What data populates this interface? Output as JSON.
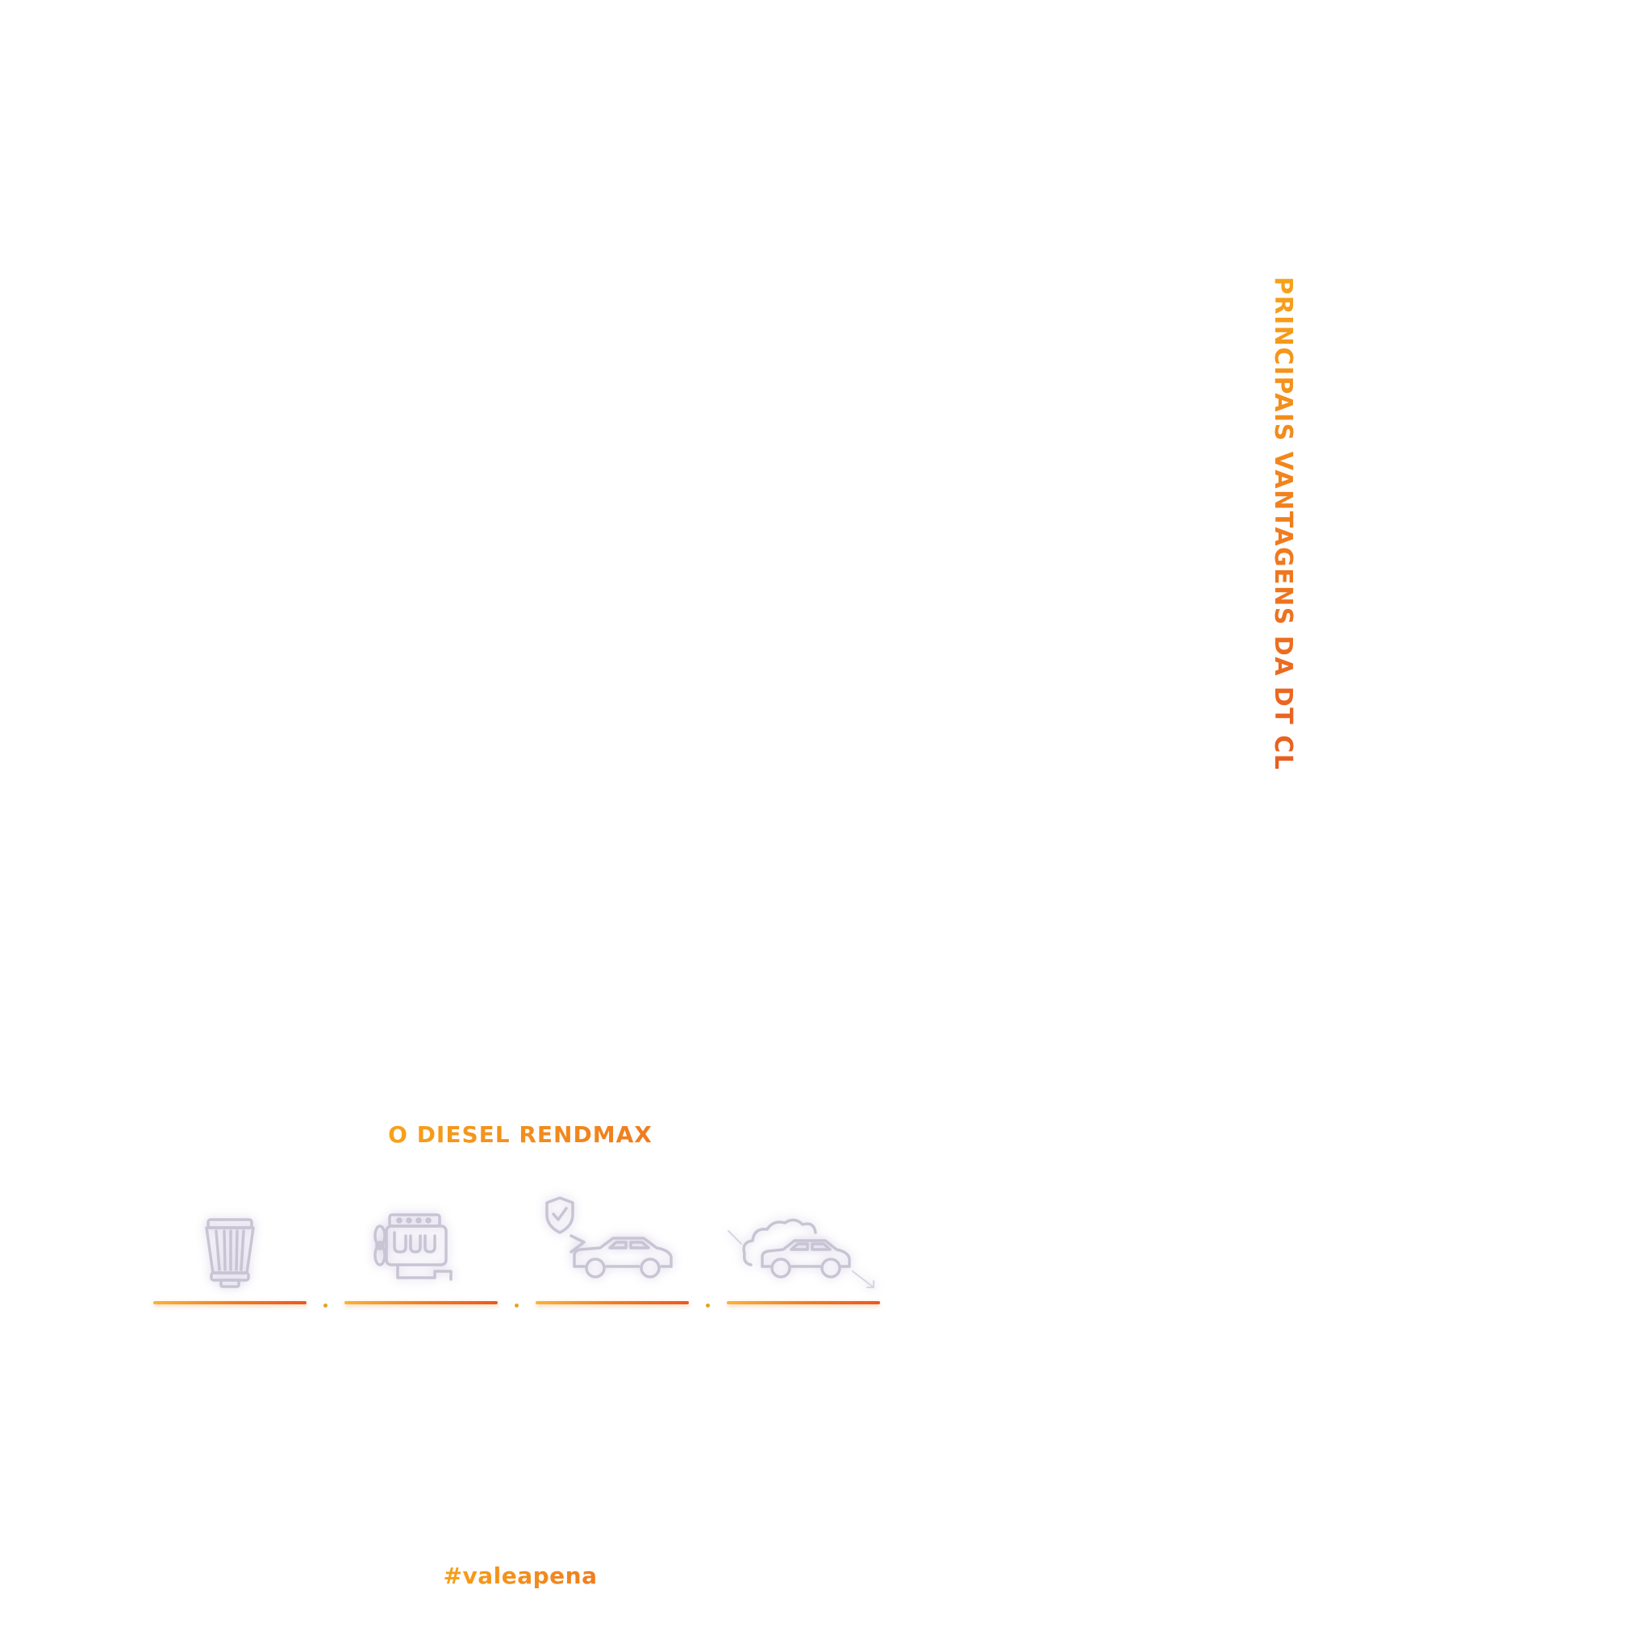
{
  "title": "PRINCIPAIS VANTAGENS DA DT CLEAN",
  "subtitle": "O DIESEL RENDMAX",
  "hashtag": "#valeapena",
  "features": [
    {
      "icon": "air-filter-icon"
    },
    {
      "icon": "engine-icon"
    },
    {
      "icon": "car-protection-shield-icon"
    },
    {
      "icon": "car-low-emissions-icon"
    }
  ],
  "colors": {
    "accent_start": "#f6a21a",
    "accent_end": "#e75e22",
    "icon_stroke": "#c9c4d4",
    "dot": "#e3a31f"
  }
}
